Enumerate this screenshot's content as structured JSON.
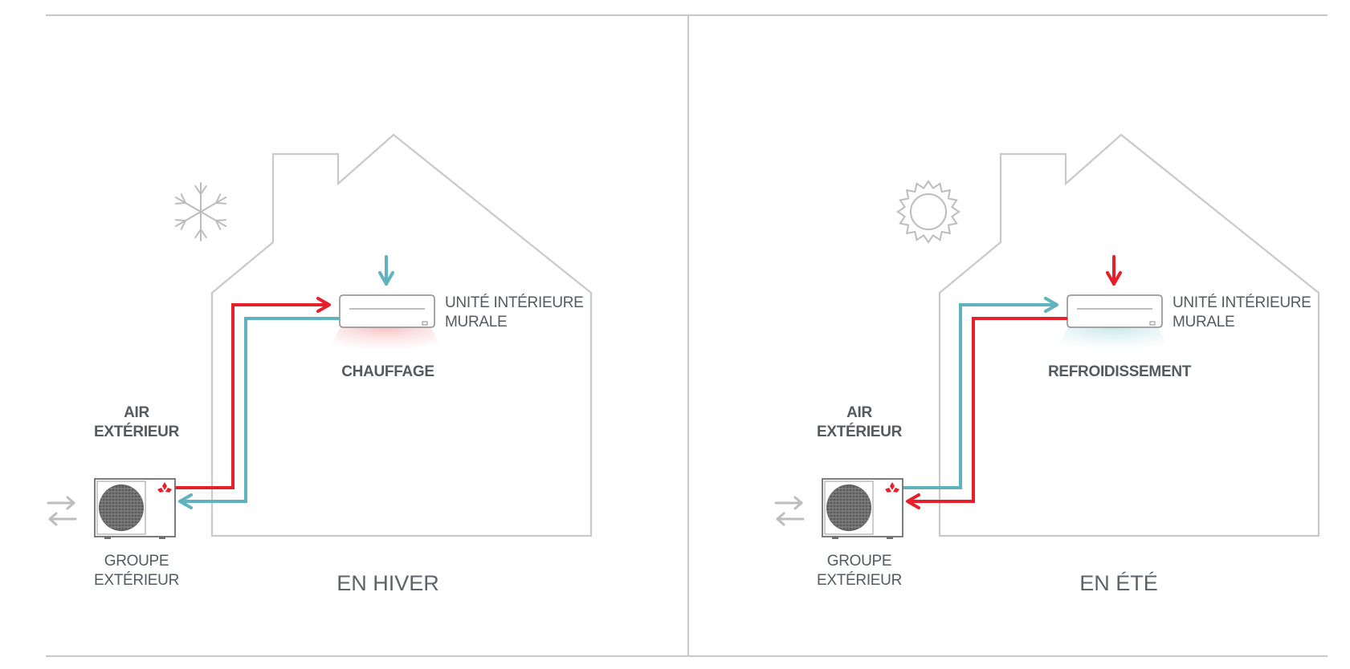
{
  "colors": {
    "frame_line": "#c8c8c8",
    "house_outline": "#c9c9c9",
    "hot_pipe": "#e5202b",
    "cold_pipe": "#5fb3bf",
    "text": "#555a60",
    "icon_gray": "#bdbdbd"
  },
  "panels": [
    {
      "id": "winter",
      "season_label": "EN HIVER",
      "mode_label": "CHAUFFAGE",
      "indoor_unit_label": [
        "UNITÉ INTÉRIEURE",
        "MURALE"
      ],
      "outdoor_air_label": [
        "AIR",
        "EXTÉRIEUR"
      ],
      "outdoor_unit_label": [
        "GROUPE",
        "EXTÉRIEUR"
      ],
      "weather_icon": "snowflake-icon",
      "air_effect": "warm-air-glow",
      "indoor_arrow": "cold",
      "pipe_to_indoor": "hot",
      "pipe_to_outdoor": "cold"
    },
    {
      "id": "summer",
      "season_label": "EN ÉTÉ",
      "mode_label": "REFROIDISSEMENT",
      "indoor_unit_label": [
        "UNITÉ INTÉRIEURE",
        "MURALE"
      ],
      "outdoor_air_label": [
        "AIR",
        "EXTÉRIEUR"
      ],
      "outdoor_unit_label": [
        "GROUPE",
        "EXTÉRIEUR"
      ],
      "weather_icon": "sun-icon",
      "air_effect": "cool-air-glow",
      "indoor_arrow": "hot",
      "pipe_to_indoor": "cold",
      "pipe_to_outdoor": "hot"
    }
  ],
  "icons": {
    "exchange": "exchange-arrows-icon",
    "brand": "brand-logo-icon",
    "fan": "fan-grille-icon"
  }
}
